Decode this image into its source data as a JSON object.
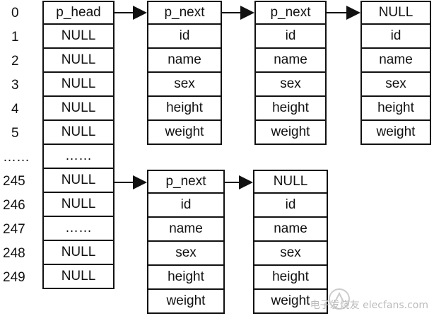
{
  "table_indices": [
    "0",
    "1",
    "2",
    "3",
    "4",
    "5",
    "……",
    "245",
    "246",
    "247",
    "248",
    "249"
  ],
  "table_cells": [
    "p_head",
    "NULL",
    "NULL",
    "NULL",
    "NULL",
    "NULL",
    "……",
    "NULL",
    "NULL",
    "……",
    "NULL",
    "NULL"
  ],
  "node_a1": [
    "p_next",
    "id",
    "name",
    "sex",
    "height",
    "weight"
  ],
  "node_a2": [
    "p_next",
    "id",
    "name",
    "sex",
    "height",
    "weight"
  ],
  "node_a3": [
    "NULL",
    "id",
    "name",
    "sex",
    "height",
    "weight"
  ],
  "node_b1": [
    "p_next",
    "id",
    "name",
    "sex",
    "height",
    "weight"
  ],
  "node_b2": [
    "NULL",
    "id",
    "name",
    "sex",
    "height",
    "weight"
  ],
  "watermark": "电子发烧友 elecfans.com"
}
